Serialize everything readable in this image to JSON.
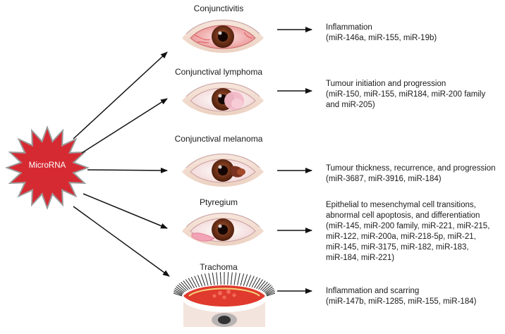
{
  "center": {
    "label": "MicroRNA",
    "color": "#d62a33"
  },
  "conditions": [
    {
      "title": "Conjunctivitis",
      "desc": [
        "Inflammation",
        "(miR-146a, miR-155, miR-19b)"
      ]
    },
    {
      "title": "Conjunctival lymphoma",
      "desc": [
        "Tumour initiation and progression",
        "(miR-150, miR-155, miR184, miR-200 family",
        "and miR-205)"
      ]
    },
    {
      "title": "Conjunctival melanoma",
      "desc": [
        "Tumour thickness, recurrence, and progression",
        "(miR-3687, miR-3916, miR-184)"
      ]
    },
    {
      "title": "Ptyregium",
      "desc": [
        "Epithelial to mesenchymal cell transitions,",
        "abnormal cell apoptosis, and differentiation",
        "(miR-145, miR-200 family, miR-221, miR-215,",
        "miR-122, miR-200a, miR-218-5p, miR-21,",
        "miR-145, miR-3175, miR-182, miR-183,",
        "miR-184, miR-221)"
      ]
    },
    {
      "title": "Trachoma",
      "desc": [
        "Inflammation and scarring",
        "(miR-147b, miR-1285, miR-155, miR-184)"
      ]
    }
  ],
  "colors": {
    "sclera_inflamed": "#f3c6c6",
    "iris": "#6b2a14",
    "lesion": "#f2b9c8",
    "melanoma": "#7a3220",
    "trachoma_lid": "#e03a2e"
  }
}
